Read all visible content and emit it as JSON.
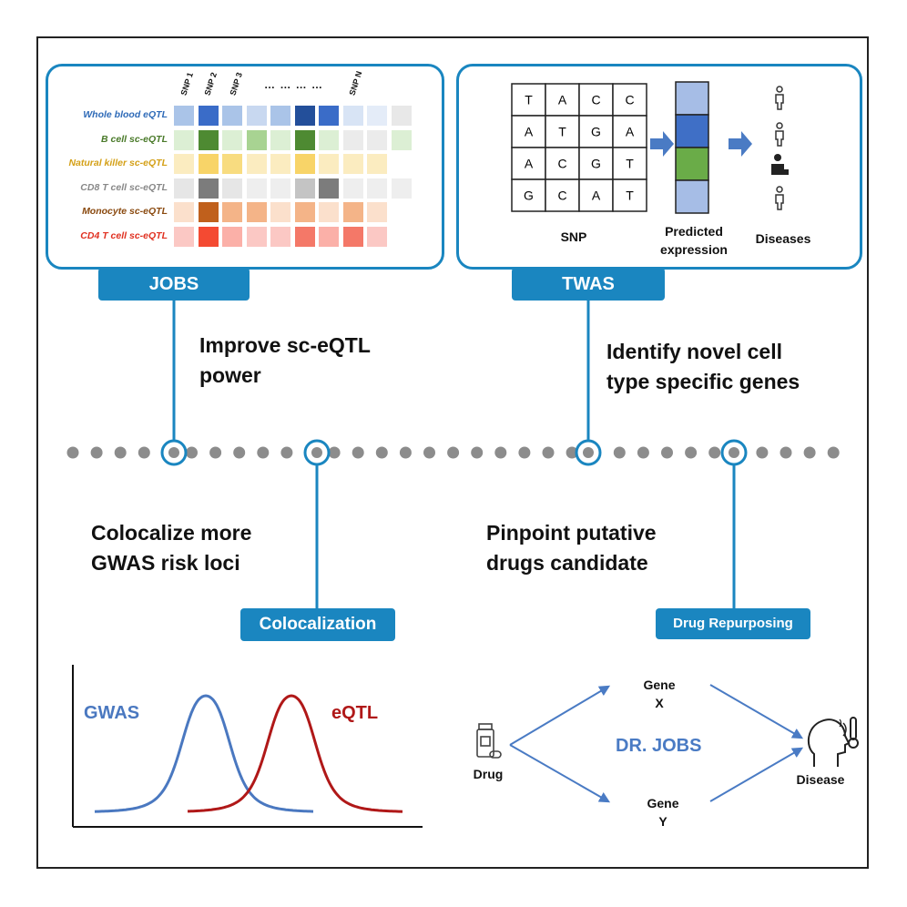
{
  "jobs_panel": {
    "tab_label": "JOBS",
    "snp_headers": [
      "SNP 1",
      "SNP 2",
      "SNP 3",
      "SNP N"
    ],
    "ellipsis": "… … … …",
    "rows": [
      {
        "label": "Whole blood eQTL",
        "color": "#2f6bb8",
        "cells": [
          "#aac4e8",
          "#3a6cc8",
          "#aac4e8",
          "#c8d8f0",
          "#aac4e8",
          "#234f9a",
          "#3a6cc8",
          "#d8e4f5",
          "#e4ecf8",
          "#e8e8e8"
        ]
      },
      {
        "label": "B cell sc-eQTL",
        "color": "#4a7a2a",
        "cells": [
          "#dcefd4",
          "#4e8a32",
          "#dcefd4",
          "#a8d392",
          "#dcefd4",
          "#4e8a32",
          "#dcefd4",
          "#ebebeb",
          "#ebebeb",
          "#dcefd4"
        ]
      },
      {
        "label": "Natural killer sc-eQTL",
        "color": "#d4a017",
        "cells": [
          "#fbecc0",
          "#f8d468",
          "#f8dc80",
          "#fbecc0",
          "#fbecc0",
          "#f8d468",
          "#fbecc0",
          "#fbecc0",
          "#fbecc0",
          "#ffffff"
        ]
      },
      {
        "label": "CD8 T cell sc-eQTL",
        "color": "#888888",
        "cells": [
          "#e6e6e6",
          "#7c7c7c",
          "#e6e6e6",
          "#eeeeee",
          "#eeeeee",
          "#c4c4c4",
          "#7c7c7c",
          "#eeeeee",
          "#eeeeee",
          "#eeeeee"
        ]
      },
      {
        "label": "Monocyte sc-eQTL",
        "color": "#8a4a10",
        "cells": [
          "#fbe0cc",
          "#c0601c",
          "#f4b488",
          "#f4b488",
          "#fbe0cc",
          "#f4b488",
          "#fbe0cc",
          "#f4b488",
          "#fbe0cc",
          "#ffffff"
        ]
      },
      {
        "label": "CD4 T cell sc-eQTL",
        "color": "#e03020",
        "cells": [
          "#fbc8c4",
          "#f44a32",
          "#fbb0a8",
          "#fbc8c4",
          "#fbc8c4",
          "#f47868",
          "#fbb0a8",
          "#f47868",
          "#fbc8c4",
          "#ffffff"
        ]
      }
    ]
  },
  "twas_panel": {
    "tab_label": "TWAS",
    "snp_grid": [
      [
        "T",
        "A",
        "C",
        "C"
      ],
      [
        "A",
        "T",
        "G",
        "A"
      ],
      [
        "A",
        "C",
        "G",
        "T"
      ],
      [
        "G",
        "C",
        "A",
        "T"
      ]
    ],
    "snp_label": "SNP",
    "predicted_label_1": "Predicted",
    "predicted_label_2": "expression",
    "diseases_label": "Diseases",
    "expression_colors": [
      "#a6bde6",
      "#3f6fc6",
      "#6aac48",
      "#a6bde6"
    ]
  },
  "headings": {
    "improve_1": "Improve sc-eQTL",
    "improve_2": "power",
    "identify_1": "Identify novel cell",
    "identify_2": "type specific genes",
    "colocalize_1": "Colocalize more",
    "colocalize_2": "GWAS risk loci",
    "pinpoint_1": "Pinpoint putative",
    "pinpoint_2": "drugs candidate"
  },
  "coloc_panel": {
    "tab_label": "Colocalization",
    "gwas_label": "GWAS",
    "eqtl_label": "eQTL",
    "gwas_color": "#4a78c0",
    "eqtl_color": "#b01818"
  },
  "drug_panel": {
    "tab_label": "Drug Repurposing",
    "gene_x_1": "Gene",
    "gene_x_2": "X",
    "gene_y_1": "Gene",
    "gene_y_2": "Y",
    "center_label": "DR. JOBS",
    "drug_label": "Drug",
    "disease_label": "Disease",
    "accent": "#4a7bc4"
  },
  "colors": {
    "panel_border": "#1a86c0",
    "tab_bg": "#1a86c0",
    "dot_gray": "#8c8c8c"
  }
}
